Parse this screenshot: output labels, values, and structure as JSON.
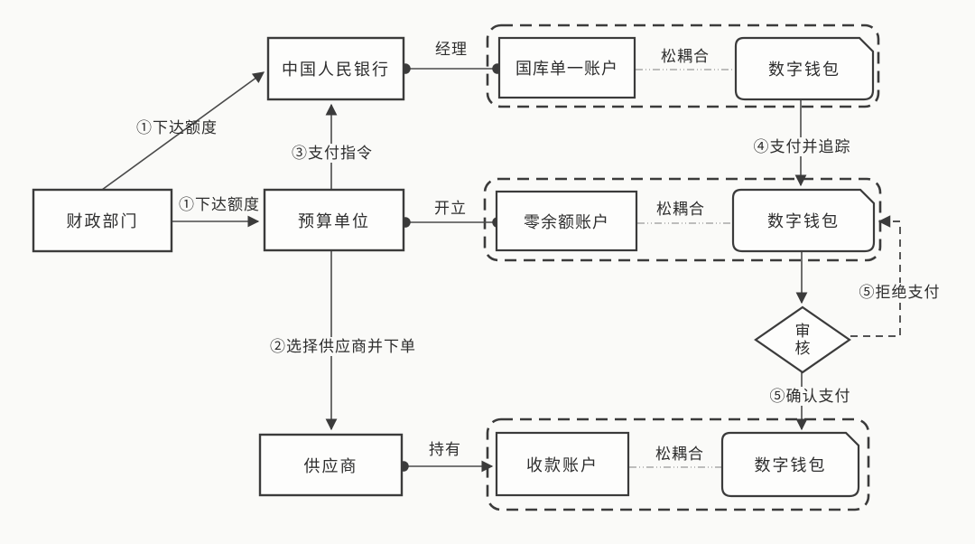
{
  "diagram": {
    "nodes": {
      "finance": "财政部门",
      "pboc": "中国人民银行",
      "budget": "预算单位",
      "supplier": "供应商",
      "tsa": "国库单一账户",
      "zba": "零余额账户",
      "receiving": "收款账户",
      "wallet1": "数字钱包",
      "wallet2": "数字钱包",
      "wallet3": "数字钱包",
      "review_char1": "审",
      "review_char2": "核"
    },
    "edge_labels": {
      "quota_diagonal": "①下达额度",
      "quota_horizontal": "①下达额度",
      "payment_instruction": "③支付指令",
      "manager": "经理",
      "open_account": "开立",
      "select_supplier_order": "②选择供应商并下单",
      "hold": "持有",
      "pay_and_track": "④支付并追踪",
      "reject_payment": "⑤拒绝支付",
      "confirm_payment": "⑤确认支付",
      "loose_coupling_row1": "松耦合",
      "loose_coupling_row2": "松耦合",
      "loose_coupling_row3": "松耦合"
    },
    "colors": {
      "stroke": "#3b3b3b",
      "loose_line": "#999999",
      "background": "#fafaf8",
      "text": "#2d2d2d"
    }
  }
}
